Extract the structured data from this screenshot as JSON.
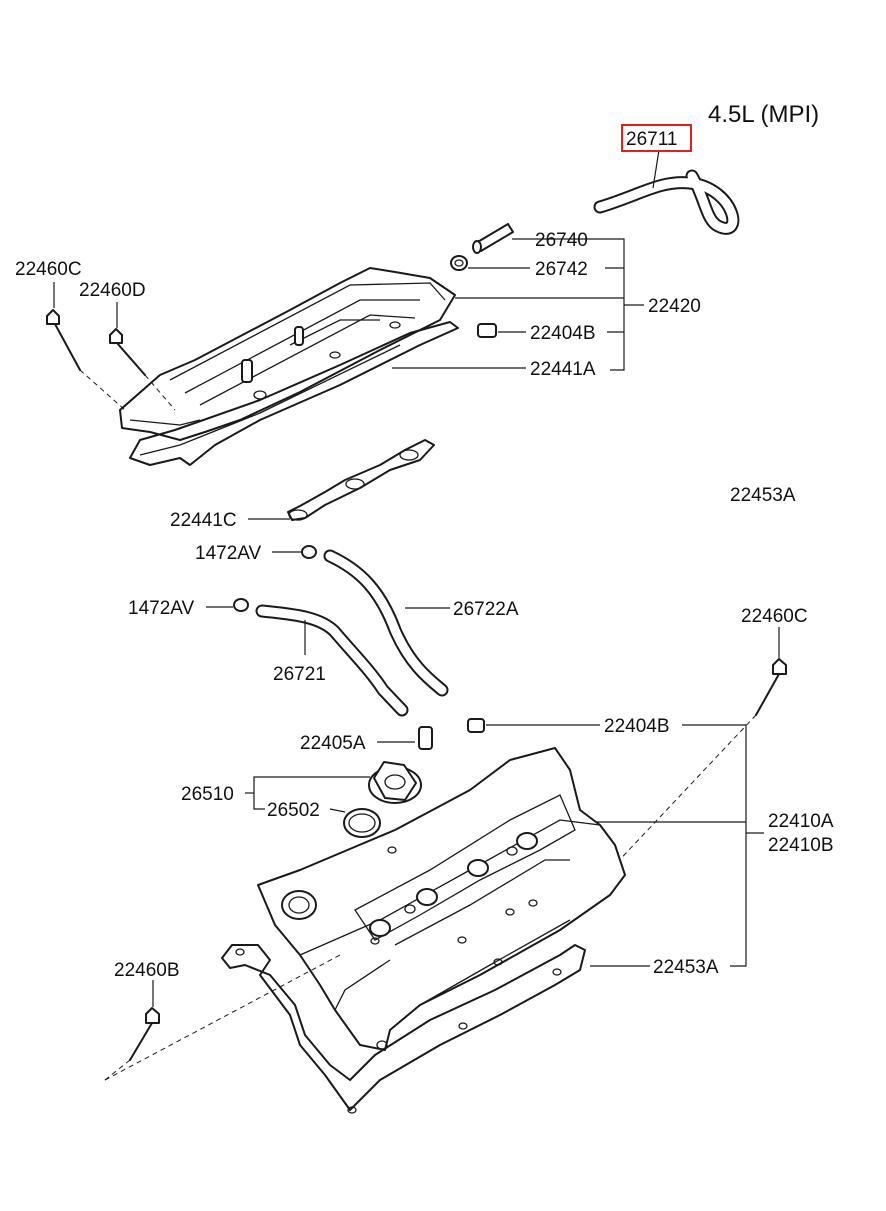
{
  "diagram": {
    "engine_label": "4.5L (MPI)",
    "highlight_color": "#e02020",
    "labels": {
      "p26711": "26711",
      "p26740": "26740",
      "p26742": "26742",
      "p22420": "22420",
      "p22404B_top": "22404B",
      "p22441A": "22441A",
      "p22460C_left": "22460C",
      "p22460D": "22460D",
      "p22441C": "22441C",
      "p22453A_right": "22453A",
      "p1472AV_a": "1472AV",
      "p1472AV_b": "1472AV",
      "p26722A": "26722A",
      "p26721": "26721",
      "p22460C_right": "22460C",
      "p22404B_mid": "22404B",
      "p22405A": "22405A",
      "p26510": "26510",
      "p26502": "26502",
      "p22410A": "22410A",
      "p22410B": "22410B",
      "p22453A_bottom": "22453A",
      "p22460B": "22460B"
    }
  }
}
